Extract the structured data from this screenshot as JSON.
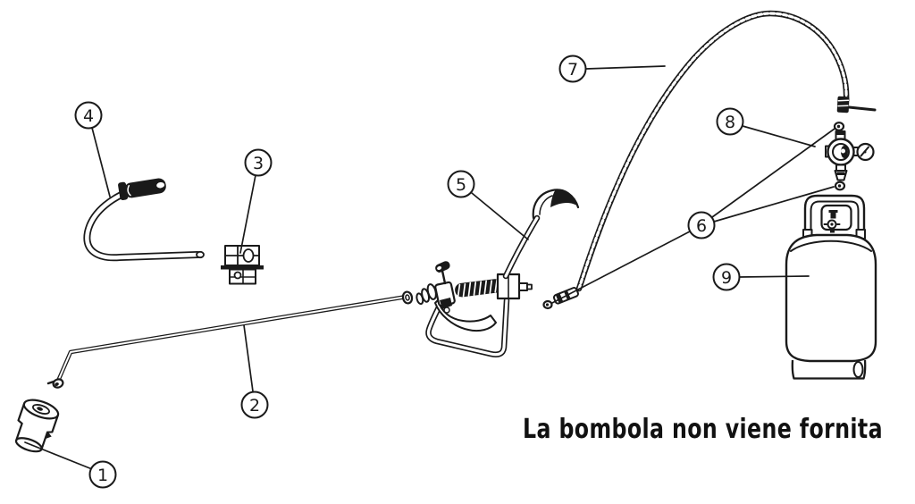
{
  "page": {
    "background": "#ffffff",
    "ink_color": "#1a1a1a"
  },
  "diagram": {
    "caption": "La bombola non viene fornita",
    "callouts": [
      {
        "label": "1",
        "part": "burner-nozzle"
      },
      {
        "label": "2",
        "part": "lance-tube"
      },
      {
        "label": "3",
        "part": "mounting-bracket"
      },
      {
        "label": "4",
        "part": "handle-tube-with-grip"
      },
      {
        "label": "5",
        "part": "support-stand-tube"
      },
      {
        "label": "6",
        "part": "seal-washers"
      },
      {
        "label": "7",
        "part": "gas-hose"
      },
      {
        "label": "8",
        "part": "pressure-regulator"
      },
      {
        "label": "9",
        "part": "gas-cylinder"
      }
    ]
  }
}
